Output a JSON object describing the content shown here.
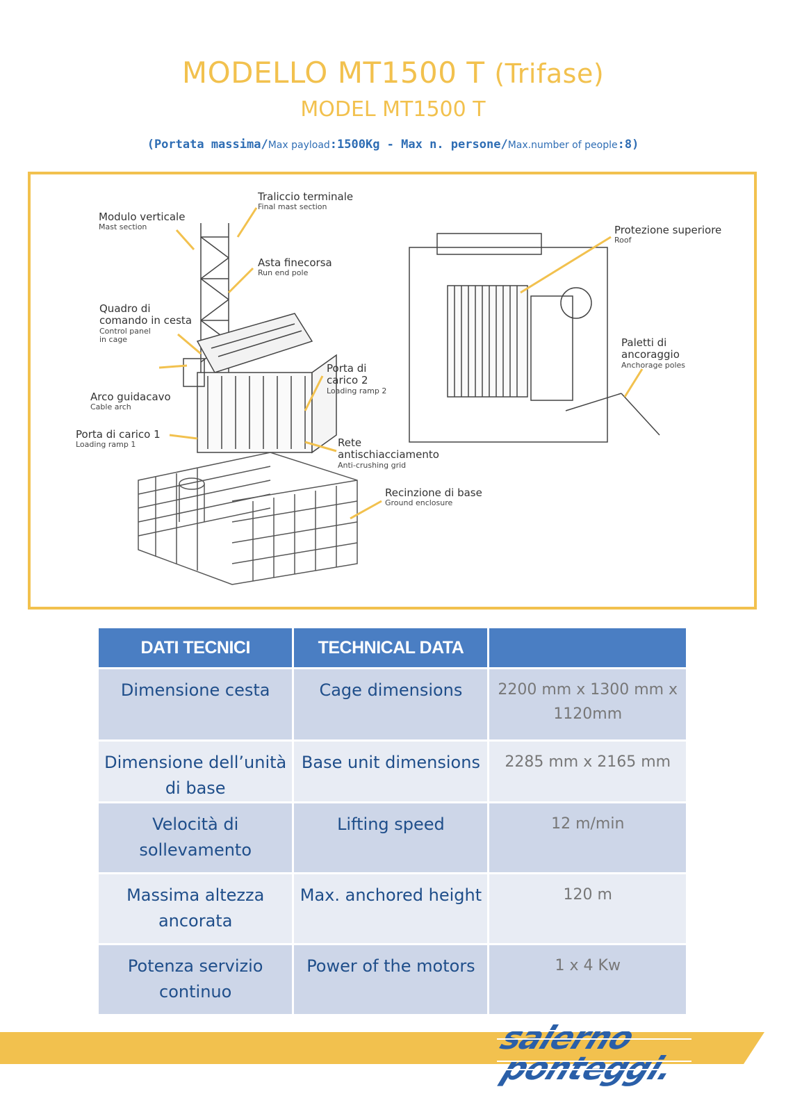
{
  "header": {
    "title_main": "MODELLO MT1500 T",
    "title_suffix": "(Trifase)",
    "title_english": "MODEL MT1500 T"
  },
  "specs_line": {
    "open": "(",
    "payload_it": "Portata massima",
    "slash1": "/",
    "payload_en": "Max payload",
    "payload_value": ":1500Kg - ",
    "people_it": "Max n. persone",
    "slash2": "/",
    "people_en": "Max.number of people",
    "people_value": ":8)"
  },
  "diagram_labels": {
    "traliccio": {
      "it": "Traliccio terminale",
      "en": "Final mast section"
    },
    "modulo": {
      "it": "Modulo verticale",
      "en": "Mast section"
    },
    "asta": {
      "it": "Asta finecorsa",
      "en": "Run end pole"
    },
    "quadro": {
      "it1": "Quadro di",
      "it2": "comando in cesta",
      "en1": "Control panel",
      "en2": "in cage"
    },
    "porta2": {
      "it1": "Porta di",
      "it2": "carico 2",
      "en": "Loading ramp 2"
    },
    "arco": {
      "it": "Arco guidacavo",
      "en": "Cable arch"
    },
    "porta1": {
      "it": "Porta di carico 1",
      "en": "Loading ramp 1"
    },
    "rete": {
      "it1": "Rete",
      "it2": "antischiacciamento",
      "en": "Anti-crushing grid"
    },
    "recinzione": {
      "it": "Recinzione di base",
      "en": "Ground enclosure"
    },
    "protezione": {
      "it": "Protezione superiore",
      "en": "Roof"
    },
    "paletti": {
      "it1": "Paletti di",
      "it2": "ancoraggio",
      "en": "Anchorage poles"
    }
  },
  "table": {
    "headers": [
      "DATI TECNICI",
      "TECHNICAL DATA",
      ""
    ],
    "rows": [
      {
        "it": "Dimensione cesta",
        "en": "Cage dimensions",
        "val": "2200 mm x 1300 mm x 1120mm"
      },
      {
        "it": "Dimensione dell’unità di base",
        "en": "Base unit dimensions",
        "val": "2285 mm x 2165 mm"
      },
      {
        "it": "Velocità di sollevamento",
        "en": "Lifting speed",
        "val": "12 m/min"
      },
      {
        "it": "Massima altezza ancorata",
        "en": "Max. anchored height",
        "val": "120 m"
      },
      {
        "it": "Potenza servizio continuo",
        "en": "Power of the motors",
        "val": "1 x 4 Kw"
      }
    ]
  },
  "footer": {
    "logo_line1": "salerno",
    "logo_line2": "ponteggi."
  },
  "colors": {
    "accent_yellow": "#f2c14e",
    "header_blue": "#4a7ec3",
    "text_blue": "#1f4e8a",
    "logo_blue": "#2a5fa8"
  }
}
